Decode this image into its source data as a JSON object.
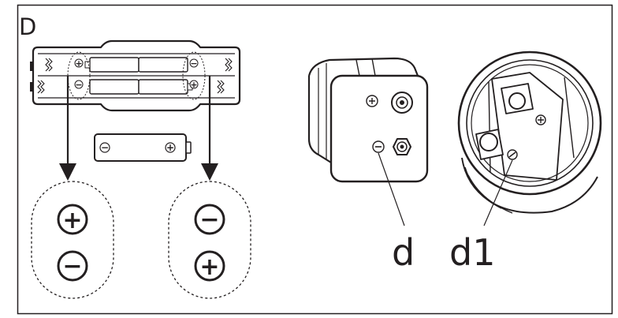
{
  "diagram": {
    "panel_label": "D",
    "callouts": {
      "left": "d",
      "right": "d1"
    },
    "battery": {
      "positive": "+",
      "negative": "−"
    },
    "holder": {
      "top_left": "+",
      "top_right": "−",
      "bottom_left": "−",
      "bottom_right": "+"
    },
    "orientation_left": {
      "top": "+",
      "bottom": "−"
    },
    "orientation_right": {
      "top": "−",
      "bottom": "+"
    }
  }
}
